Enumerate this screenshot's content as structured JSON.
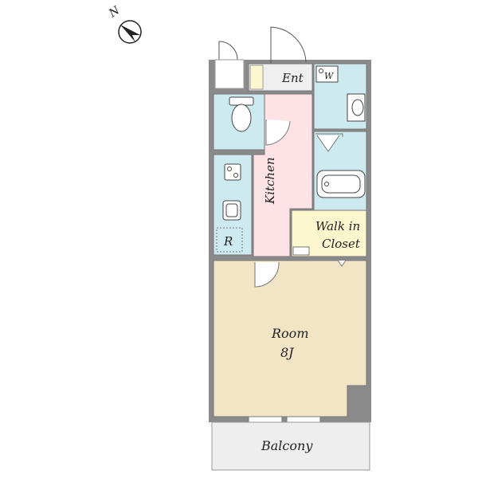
{
  "compass": {
    "label": "N",
    "icon": "north-arrow-icon"
  },
  "rooms": {
    "entrance": "Ent",
    "washer": "W",
    "kitchen": "Kitchen",
    "refrigerator": "R",
    "closet_line1": "Walk in",
    "closet_line2": "Closet",
    "room_name": "Room",
    "room_size": "8J",
    "balcony": "Balcony"
  },
  "colors": {
    "wall": "#8a8a8a",
    "wet_area": "#cdeaf0",
    "kitchen": "#fde2e6",
    "closet": "#fdf7cf",
    "room": "#f1e5c5",
    "entrance": "#efefef",
    "balcony": "#eeeeee"
  }
}
